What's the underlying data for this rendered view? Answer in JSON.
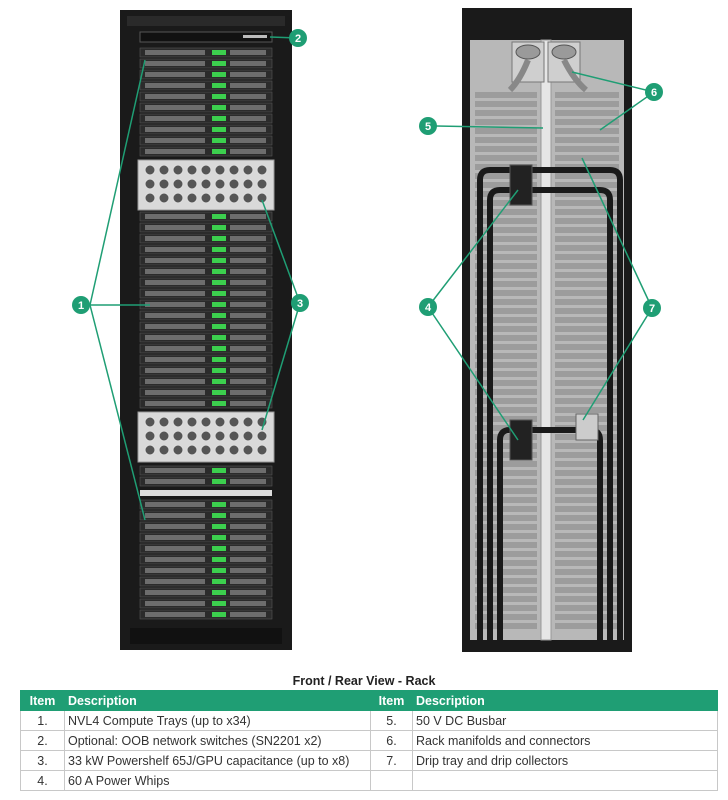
{
  "caption": "Front / Rear View - Rack",
  "callouts": {
    "c1": "1",
    "c2": "2",
    "c3": "3",
    "c4": "4",
    "c5": "5",
    "c6": "6",
    "c7": "7"
  },
  "table": {
    "headers": [
      "Item",
      "Description",
      "Item",
      "Description"
    ],
    "rows": [
      {
        "item_l": "1.",
        "desc_l": "NVL4 Compute Trays (up to x34)",
        "item_r": "5.",
        "desc_r": "50 V DC Busbar"
      },
      {
        "item_l": "2.",
        "desc_l": "Optional: OOB network switches (SN2201 x2)",
        "item_r": "6.",
        "desc_r": "Rack manifolds and connectors"
      },
      {
        "item_l": "3.",
        "desc_l": "33 kW Powershelf 65J/GPU capacitance (up to x8)",
        "item_r": "7.",
        "desc_r": "Drip tray and drip collectors"
      },
      {
        "item_l": "4.",
        "desc_l": "60 A Power Whips",
        "item_r": "",
        "desc_r": ""
      }
    ]
  },
  "colors": {
    "accent": "#1f9e74",
    "rack_frame": "#1a1a1a",
    "tray_led": "#3ccf4e",
    "powershelf": "#d9d9d9"
  }
}
